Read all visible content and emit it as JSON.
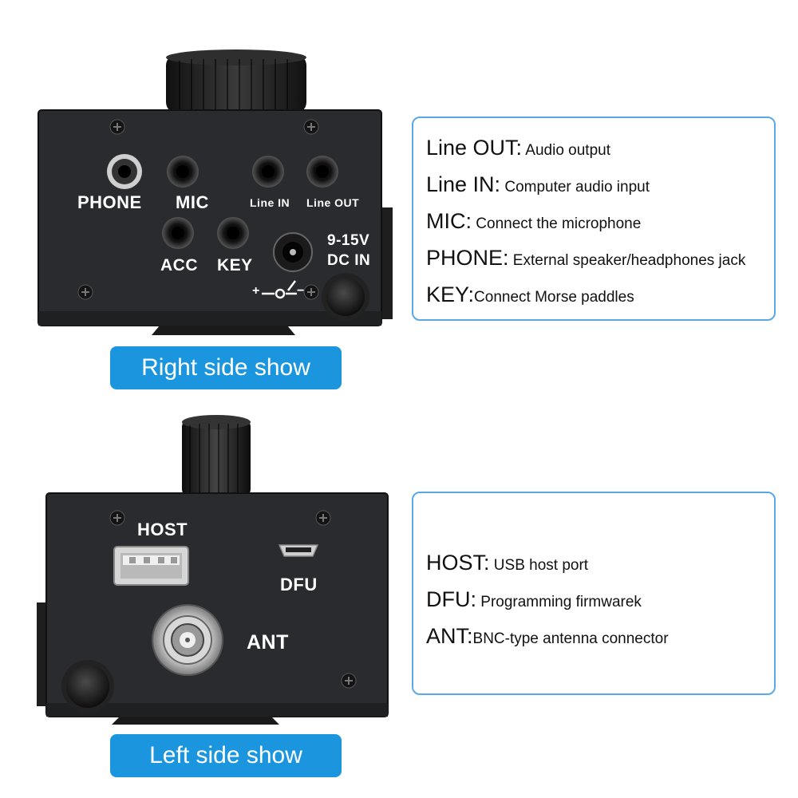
{
  "right_panel": {
    "labels": {
      "phone": "PHONE",
      "mic": "MIC",
      "line_in": "Line IN",
      "line_out": "Line OUT",
      "acc": "ACC",
      "key": "KEY",
      "voltage": "9-15V",
      "dc_in": "DC IN",
      "polarity_plus": "+",
      "polarity_minus": "−"
    },
    "info": [
      {
        "key": "Line OUT:",
        "desc": " Audio output"
      },
      {
        "key": "Line IN:",
        "desc": " Computer audio input"
      },
      {
        "key": "MIC:",
        "desc": " Connect the microphone"
      },
      {
        "key": "PHONE:",
        "desc": " External speaker/headphones jack"
      },
      {
        "key": "KEY:",
        "desc": "Connect Morse paddles"
      }
    ],
    "caption": "Right side show"
  },
  "left_panel": {
    "labels": {
      "host": "HOST",
      "dfu": "DFU",
      "ant": "ANT"
    },
    "info": [
      {
        "key": "HOST:",
        "desc": " USB host port"
      },
      {
        "key": "DFU:",
        "desc": " Programming firmwarek"
      },
      {
        "key": "ANT:",
        "desc": "BNC-type antenna connector"
      }
    ],
    "caption": "Left side show"
  },
  "colors": {
    "accent": "#1b96de",
    "box_border": "#5aa9e6",
    "device_body": "#2a2b2e"
  }
}
